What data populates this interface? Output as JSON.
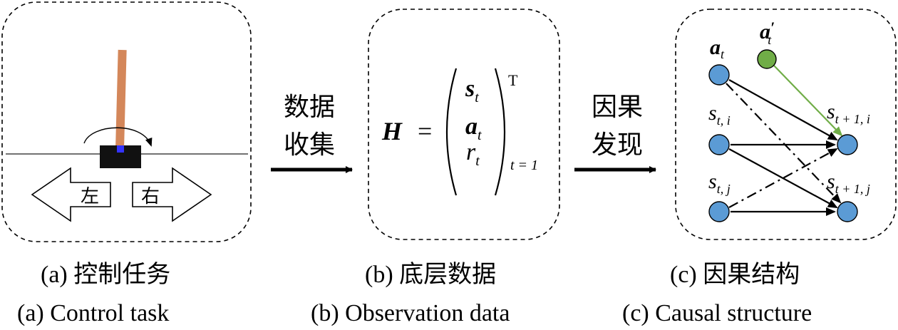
{
  "panels": {
    "a": {
      "left_label": "左",
      "right_label": "右",
      "caption_zh": "(a) 控制任务",
      "caption_en": "(a) Control task"
    },
    "b": {
      "caption_zh": "(b) 底层数据",
      "caption_en": "(b) Observation data",
      "formula": {
        "lhs": "H",
        "equals": "=",
        "entries": [
          {
            "base": "s",
            "sub": "t"
          },
          {
            "base": "a",
            "sub": "t"
          },
          {
            "base": "r",
            "sub": "t"
          }
        ],
        "transpose": "T",
        "index": "t = 1"
      }
    },
    "c": {
      "caption_zh": "(c) 因果结构",
      "caption_en": "(c) Causal structure",
      "nodes": {
        "a_t": {
          "base": "a",
          "sub": "t"
        },
        "a_prime": {
          "base": "a",
          "sup": "′",
          "sub": "t"
        },
        "s_ti": {
          "base": "s",
          "sub": "t, i"
        },
        "s_tj": {
          "base": "s",
          "sub": "t, j"
        },
        "s_t1i": {
          "base": "s",
          "sub": "t + 1, i"
        },
        "s_t1j": {
          "base": "s",
          "sub": "t + 1, j"
        }
      }
    }
  },
  "arrows": {
    "first": {
      "line1": "数据",
      "line2": "收集"
    },
    "second": {
      "line1": "因果",
      "line2": "发现"
    }
  },
  "colors": {
    "node_blue": "#5b9bd5",
    "node_green": "#70ad47",
    "green_edge": "#70ad47",
    "pole": "#d4875a",
    "cart": "#111111",
    "pivot": "#3333ff"
  }
}
